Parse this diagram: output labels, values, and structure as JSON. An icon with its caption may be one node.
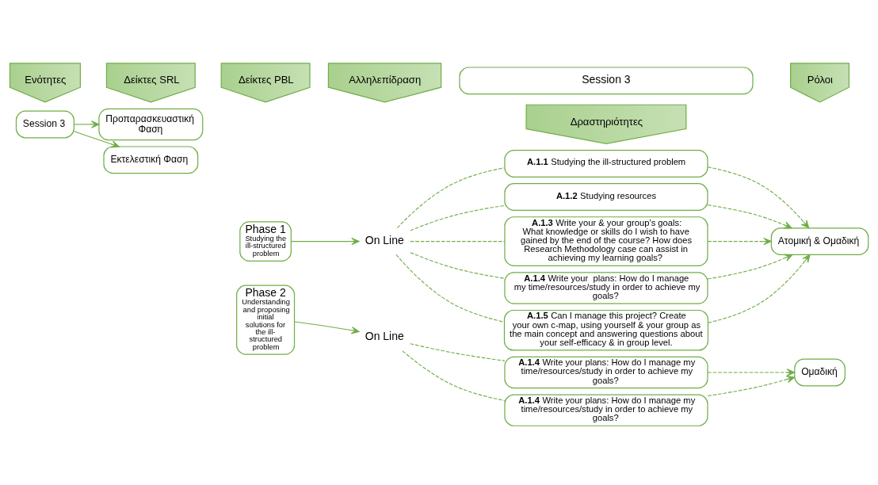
{
  "diagram": {
    "nodes": [
      {
        "text": [
          "Session 3"
        ]
      },
      {
        "text": [
          "Ενότητες"
        ]
      },
      {
        "text": [
          "Δείκτες SRL"
        ]
      },
      {
        "text": [
          "Δείκτες PBL"
        ]
      },
      {
        "text": [
          "Αλληλεπίδραση"
        ]
      },
      {
        "text": [
          "Δραστηριότητες"
        ]
      },
      {
        "text": [
          "Ρόλοι"
        ]
      },
      {
        "text": [
          "Session 3"
        ]
      },
      {
        "text": [
          "Προπαρασκευαστική Φαση"
        ]
      },
      {
        "text": [
          "Phase 1",
          "Studying the ill-structured problem"
        ]
      },
      {
        "text": [
          "On Line"
        ]
      },
      {
        "text": [
          "**A.1.1** Studying the ill-structured problem"
        ]
      },
      {
        "text": [
          "**A.1.2** Studying resources"
        ]
      },
      {
        "text": [
          "**A.1.3** Write your & your group’s goals: What knowledge or skills do I wish to have gained by the end of the course? How does Research Methodology case can assist in achieving my learning goals?"
        ]
      },
      {
        "text": [
          "**A.1.4** Write your  plans: How do I manage my time/resources/study in order to achieve my goals?"
        ]
      },
      {
        "text": [
          "**A.1.5** Can I manage this project? Create your own c-map, using yourself & your group as the main concept and answering questions about your self-efficacy & in group level."
        ]
      },
      {
        "text": [
          "Ατομική & Ομαδική"
        ]
      },
      {
        "text": [
          "Εκτελεστική Φαση"
        ]
      },
      {
        "text": [
          "Phase 2",
          "Understanding and proposing initial solutions for the ill-structured problem"
        ]
      },
      {
        "text": [
          "On Line"
        ]
      },
      {
        "text": [
          "**A.1.4** Write your plans: How do I manage my time/resources/study in order to achieve my goals?"
        ]
      },
      {
        "text": [
          "**A.1.4** Write your plans: How do I manage my time/resources/study in order to achieve my goals?"
        ]
      },
      {
        "text": [
          "Ομαδική"
        ]
      }
    ],
    "edges": [
      {
        "from": 7,
        "to": 8,
        "arrow": "to"
      },
      {
        "from": 7,
        "to": 17,
        "arrow": "to"
      },
      {
        "from": 9,
        "to": 10,
        "arrow": "to"
      },
      {
        "from": 18,
        "to": 19,
        "arrow": "to"
      },
      {
        "from": 10,
        "to": 11,
        "arrow": "none",
        "style": "dashed"
      },
      {
        "from": 10,
        "to": 12,
        "arrow": "none",
        "style": "dashed"
      },
      {
        "from": 10,
        "to": 13,
        "arrow": "none",
        "style": "dashed"
      },
      {
        "from": 10,
        "to": 14,
        "arrow": "none",
        "style": "dashed"
      },
      {
        "from": 10,
        "to": 15,
        "arrow": "none",
        "style": "dashed"
      },
      {
        "from": 11,
        "to": 16,
        "arrow": "to",
        "style": "dashed"
      },
      {
        "from": 12,
        "to": 16,
        "arrow": "to",
        "style": "dashed"
      },
      {
        "from": 13,
        "to": 16,
        "arrow": "to",
        "style": "dashed"
      },
      {
        "from": 14,
        "to": 16,
        "arrow": "to",
        "style": "dashed"
      },
      {
        "from": 15,
        "to": 16,
        "arrow": "to",
        "style": "dashed"
      },
      {
        "from": 19,
        "to": 20,
        "arrow": "none",
        "style": "dashed"
      },
      {
        "from": 19,
        "to": 21,
        "arrow": "none",
        "style": "dashed"
      },
      {
        "from": 20,
        "to": 22,
        "arrow": "to",
        "style": "dashed"
      },
      {
        "from": 21,
        "to": 22,
        "arrow": "to",
        "style": "dashed"
      }
    ]
  }
}
